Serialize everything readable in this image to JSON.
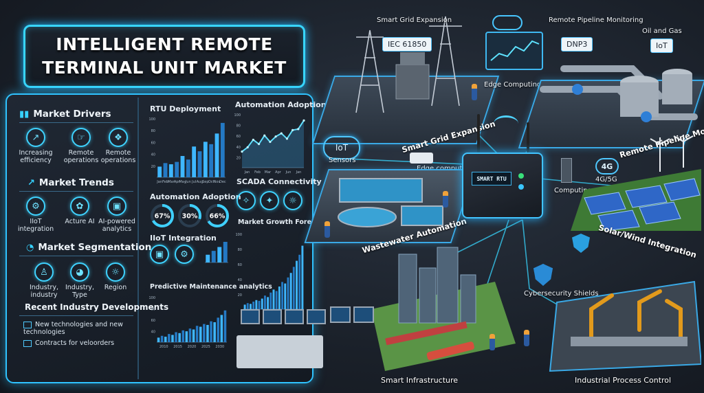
{
  "title": {
    "line1": "INTELLIGENT REMOTE",
    "line2": "TERMINAL UNIT MARKET"
  },
  "market_drivers": {
    "heading": "Market Drivers",
    "items": [
      {
        "label": "Increasing efficiency",
        "icon": "chart-up-icon"
      },
      {
        "label": "Remote operations",
        "icon": "hand-touch-icon"
      },
      {
        "label": "Remote operations",
        "icon": "wireless-icon"
      }
    ]
  },
  "market_trends": {
    "heading": "Market Trends",
    "items": [
      {
        "label": "IIoT integration",
        "icon": "iiot-icon"
      },
      {
        "label": "Acture AI",
        "icon": "brain-icon"
      },
      {
        "label": "AI-powered analytics",
        "icon": "ai-chip-icon"
      }
    ]
  },
  "market_segmentation": {
    "heading": "Market Segmentation",
    "items": [
      {
        "label": "Industry, industry",
        "icon": "users-icon"
      },
      {
        "label": "Industry, Type",
        "icon": "pie-icon"
      },
      {
        "label": "Region",
        "icon": "globe-icon"
      }
    ]
  },
  "recent_developments": {
    "heading": "Recent Industry Developments",
    "items": [
      "New technologies and new technologies",
      "Contracts for veloorders"
    ]
  },
  "charts": {
    "rtu_deployment": {
      "title": "RTU Deployment",
      "type": "bar",
      "categories": [
        "Jan",
        "Feb",
        "Mar",
        "Apr",
        "May",
        "Jun",
        "Jul",
        "Aug",
        "Sep",
        "Oct",
        "Nov",
        "Dec"
      ],
      "values": [
        18,
        24,
        22,
        26,
        36,
        30,
        52,
        44,
        60,
        56,
        74,
        92
      ],
      "ylim": [
        0,
        100
      ],
      "ytick_labels": [
        "100",
        "80",
        "60",
        "40",
        "20"
      ]
    },
    "automation_adoption_line": {
      "title": "Automation Adoption",
      "type": "line",
      "categories": [
        "Jan",
        "Feb",
        "Mar",
        "Apr",
        "Jun",
        "Jan"
      ],
      "x": [
        0,
        1,
        2,
        3,
        4,
        5,
        6,
        7,
        8,
        9,
        10,
        11
      ],
      "values": [
        30,
        38,
        52,
        44,
        60,
        48,
        58,
        64,
        54,
        70,
        72,
        88
      ],
      "ylim": [
        0,
        100
      ],
      "ytick_labels": [
        "100",
        "80",
        "60",
        "40",
        "20"
      ]
    },
    "automation_adoption_gauges": {
      "title": "Automation Adoption",
      "type": "pie",
      "values": [
        67,
        30,
        66
      ],
      "labels": [
        "67%",
        "30%",
        "66%"
      ]
    },
    "scada_connectivity": {
      "title": "SCADA Connectivity"
    },
    "iiot_integration": {
      "title": "IIoT Integration",
      "type": "bar",
      "values": [
        30,
        45,
        60,
        80
      ]
    },
    "market_growth": {
      "title": "Market Growth Forecasts",
      "type": "bar",
      "values": [
        6,
        8,
        7,
        10,
        12,
        11,
        14,
        18,
        16,
        22,
        26,
        24,
        30,
        36,
        34,
        42,
        48,
        56,
        64,
        72,
        84
      ],
      "ylim": [
        0,
        100
      ],
      "ytick_labels": [
        "100",
        "80",
        "60",
        "40",
        "20"
      ]
    },
    "predictive_maintenance": {
      "title": "Predictive Maintenance analytics",
      "type": "bar",
      "categories": [
        "2010",
        "2015",
        "2020",
        "2025",
        "2030"
      ],
      "values": [
        10,
        14,
        12,
        18,
        16,
        22,
        20,
        26,
        24,
        30,
        28,
        36,
        34,
        40,
        38,
        46,
        44,
        54,
        60,
        70
      ],
      "ylim": [
        0,
        100
      ],
      "ytick_labels": [
        "100",
        "80",
        "60",
        "40"
      ]
    }
  },
  "scene": {
    "smart_grid_expansion": {
      "top": "Smart Grid Expansion",
      "tag": "IEC 61850",
      "tile": "Smart Grid Expansion"
    },
    "edge_gateway": {
      "label": "Edge Computing Gateway"
    },
    "remote_pipeline": {
      "top": "Remote Pipeline Monitoring",
      "tag": "DNP3",
      "tile": "Remote Pipeline Monitoring"
    },
    "oil_gas": {
      "top": "Oil and Gas",
      "tag": "IoT"
    },
    "iot_sensors": {
      "badge": "IoT",
      "label": "Sensors"
    },
    "edge_computing": {
      "label": "Edge computing"
    },
    "rtu": {
      "screen": "SMART RTU"
    },
    "computing_gateway": {
      "label": "Computing gatew"
    },
    "cellular": {
      "badge": "4G",
      "label": "4G/5G"
    },
    "wastewater": {
      "tile": "Wastewater Automation"
    },
    "solar_wind": {
      "tile": "Solar/Wind Integration"
    },
    "cybersecurity": {
      "label": "Cybersecurity Shields"
    },
    "smart_infrastructure": {
      "label": "Smart Infrastructure"
    },
    "industrial_process": {
      "label": "Industrial Process Control"
    }
  },
  "colors": {
    "accent": "#38d6ff",
    "chart_bar": "#3fb7ff",
    "chart_bar_dark": "#2479c4",
    "panel_bg": "#1c232d",
    "background": "#1a2029"
  }
}
